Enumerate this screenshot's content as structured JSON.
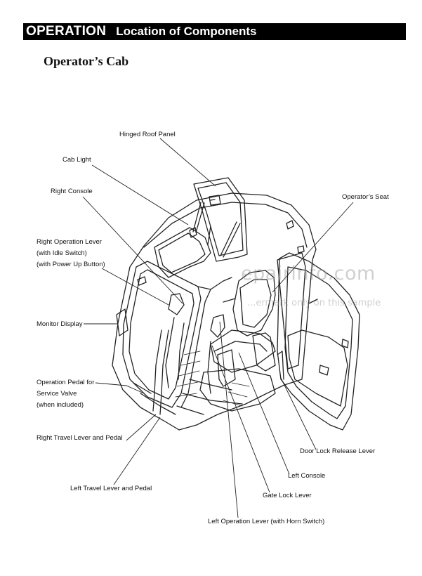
{
  "header": {
    "section": "OPERATION",
    "title": "Location of Components"
  },
  "page_heading": "Operator’s Cab",
  "callouts": {
    "hinged_roof_panel": "Hinged Roof Panel",
    "cab_light": "Cab Light",
    "right_console": "Right Console",
    "right_operation_lever": [
      "Right Operation Lever",
      "(with Idle Switch)",
      "(with Power Up Button)"
    ],
    "monitor_display": "Monitor Display",
    "operation_pedal": [
      "Operation Pedal for",
      "Service Valve",
      "(when included)"
    ],
    "right_travel": "Right Travel Lever and Pedal",
    "left_travel": "Left Travel Lever and Pedal",
    "operators_seat": "Operator’s Seat",
    "door_lock_release": "Door Lock Release Lever",
    "left_console": "Left Console",
    "gate_lock_lever": "Gate Lock Lever",
    "left_operation_lever": "Left Operation Lever (with Horn Switch)"
  },
  "watermark": {
    "main": "epairinfo.com",
    "sub": "...ermark only on this sample"
  }
}
